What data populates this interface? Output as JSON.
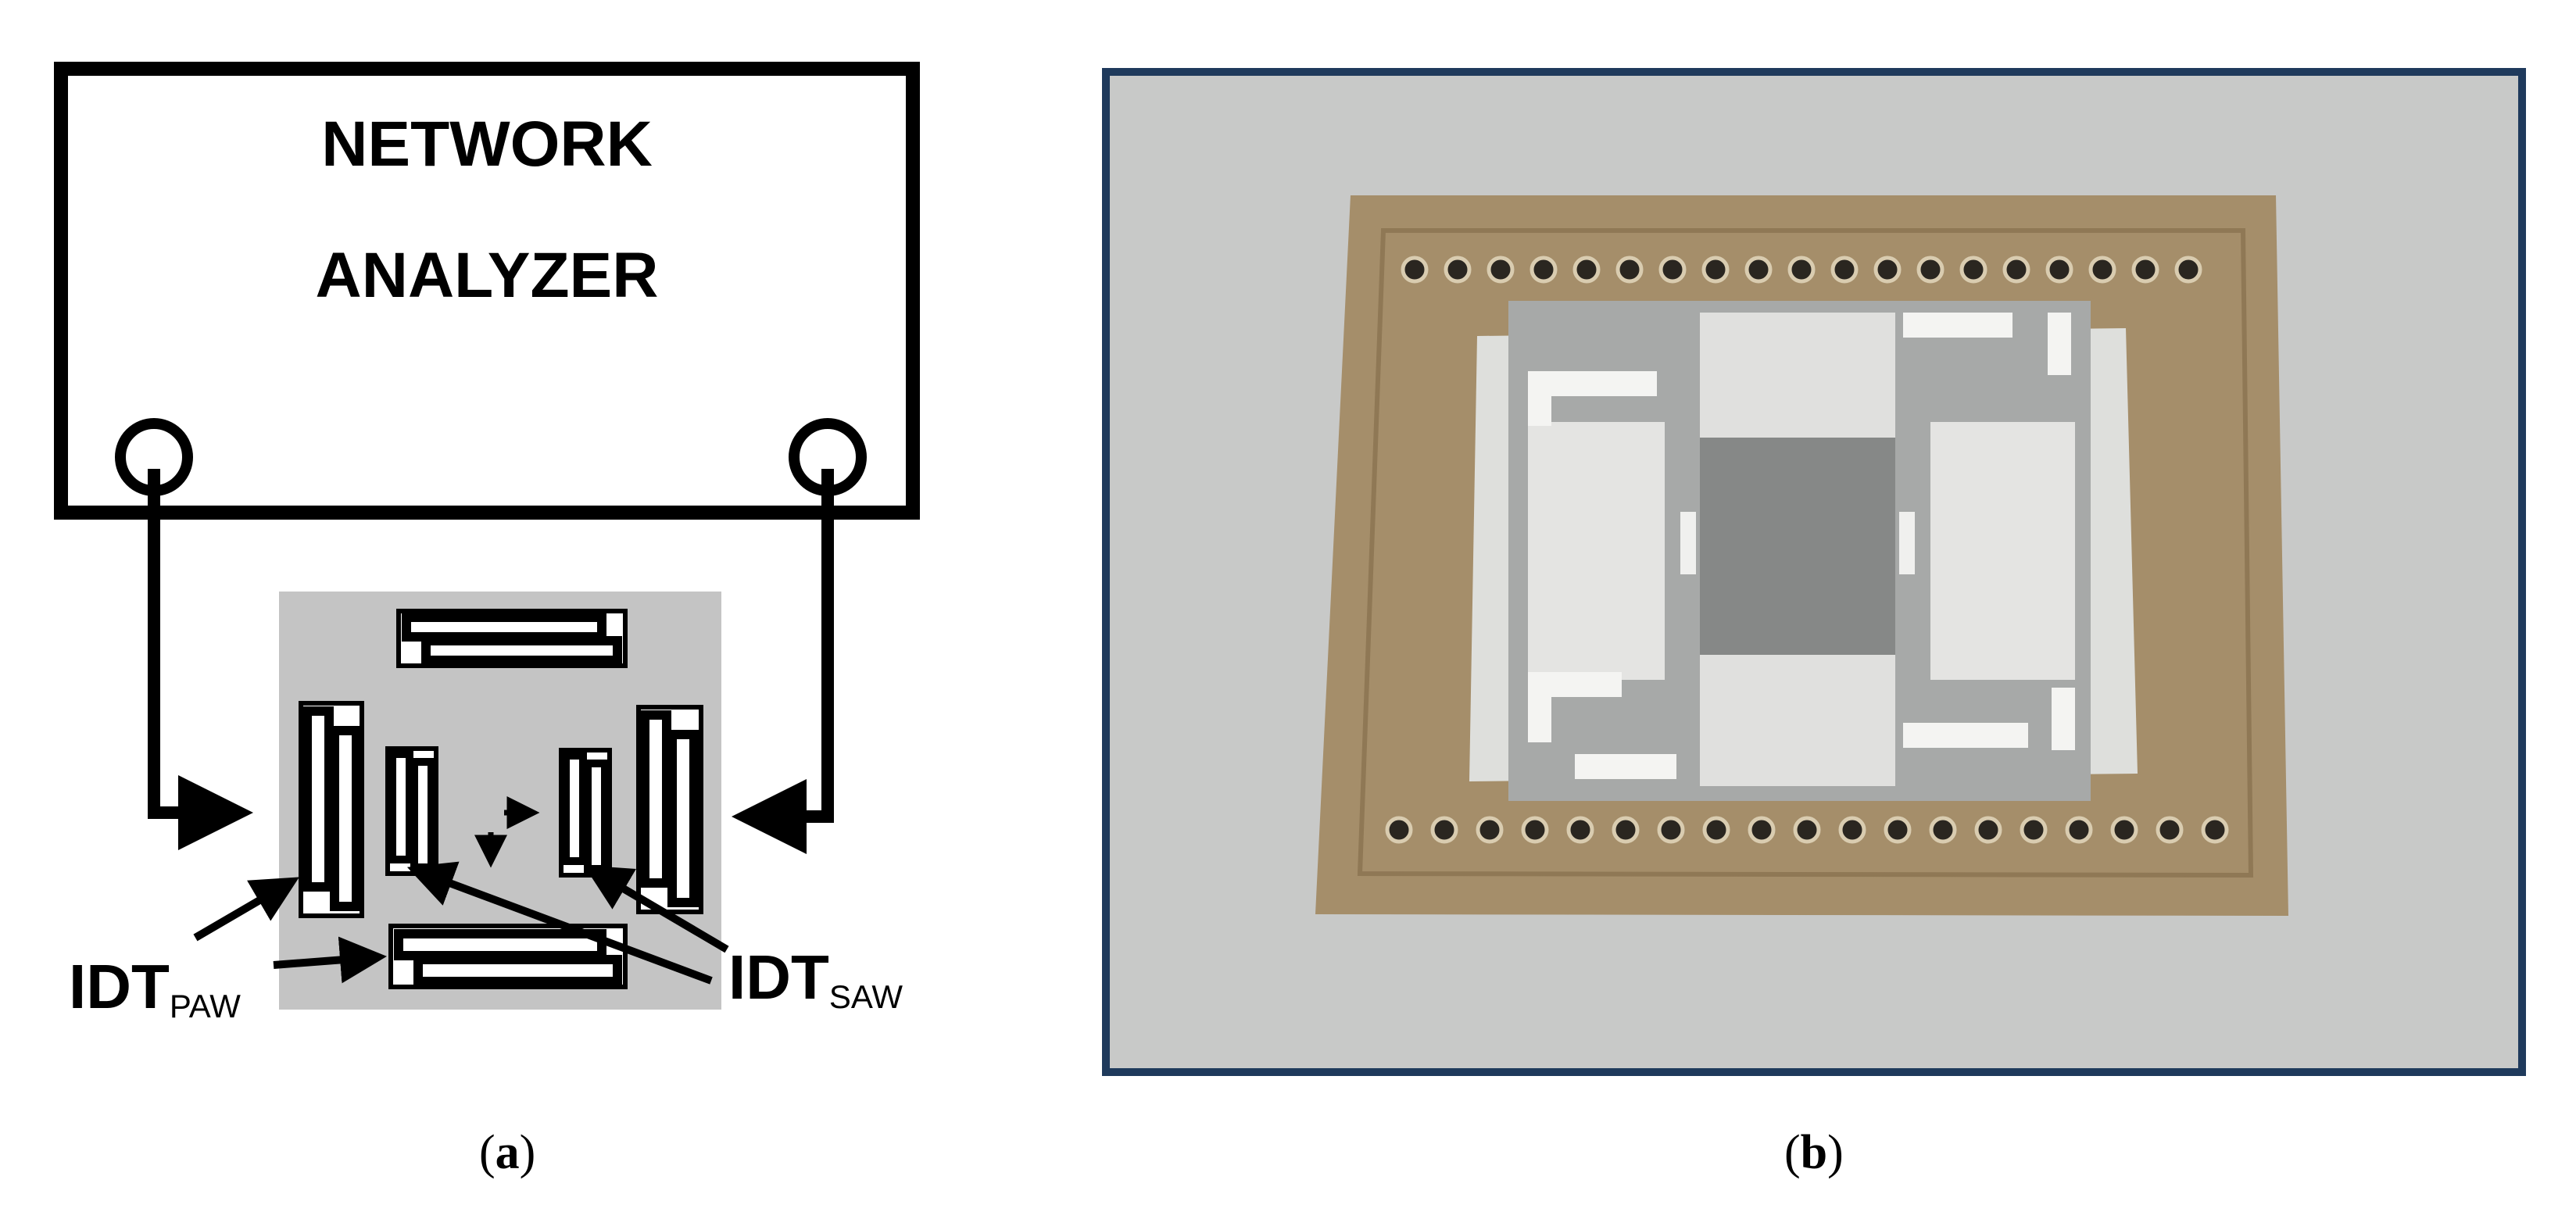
{
  "panel_a": {
    "analyzer_line1": "NETWORK",
    "analyzer_line2": "ANALYZER",
    "idt_paw_main": "IDT",
    "idt_paw_sub": "PAW",
    "idt_saw_main": "IDT",
    "idt_saw_sub": "SAW"
  },
  "captions": {
    "a_letter": "a",
    "b_letter": "b"
  },
  "colors": {
    "substrate_gray": "#c4c4c4",
    "frame_blue": "#1f3a5c",
    "package_brass": "#a58e6a",
    "background_gray": "#c8c9c8"
  }
}
